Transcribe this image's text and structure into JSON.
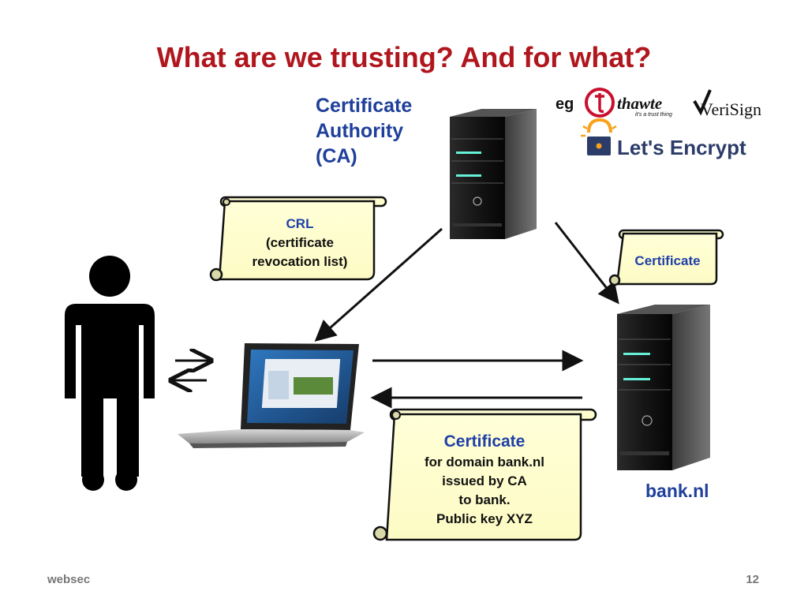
{
  "slide": {
    "title": "What are we trusting? And for what?",
    "footer_left": "websec",
    "page_number": "12"
  },
  "ca": {
    "label_line1": "Certificate",
    "label_line2": "Authority",
    "label_line3": "(CA)",
    "eg_label": "eg",
    "logos": [
      "thawte",
      "it's a trust thing",
      "VeriSign",
      "Let's Encrypt"
    ]
  },
  "crl_scroll": {
    "line1": "CRL",
    "line2": "(certificate",
    "line3": "revocation list)"
  },
  "cert_scroll_small": {
    "text": "Certificate"
  },
  "cert_scroll_big": {
    "heading": "Certificate",
    "line1": "for domain bank.nl",
    "line2": "issued by CA",
    "line3": "to bank.",
    "line4": "Public key XYZ"
  },
  "bank": {
    "label": "bank.nl"
  },
  "colors": {
    "title": "#b0161d",
    "label_blue": "#1f3f9a",
    "scroll_fill": "#ffffd0",
    "thawte_red": "#c8102e",
    "letsencrypt_navy": "#2c3c69",
    "letsencrypt_orange": "#f9a11b"
  }
}
